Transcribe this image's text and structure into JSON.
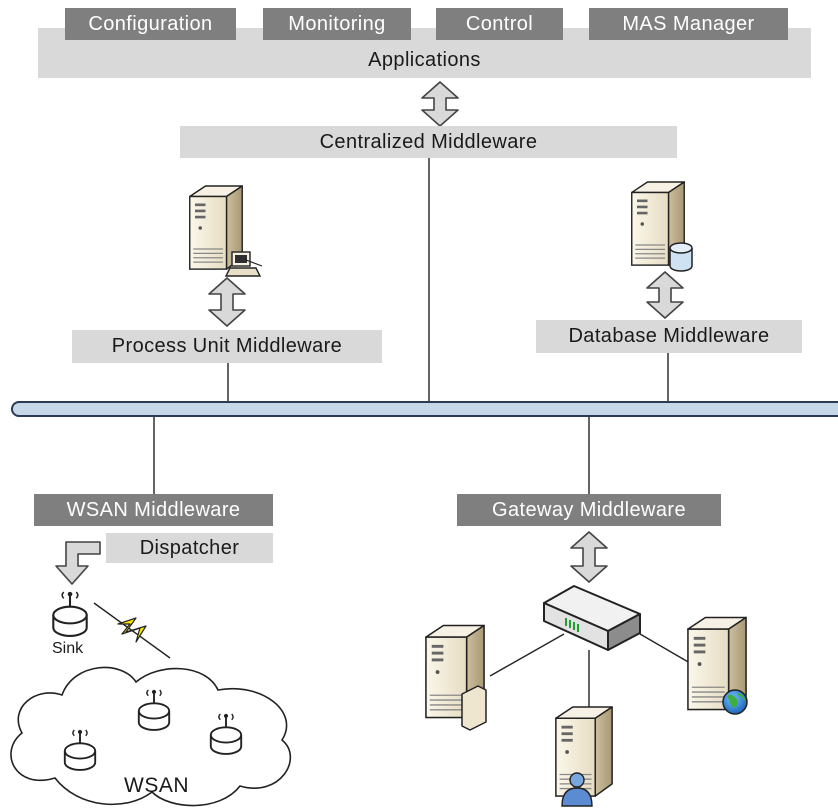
{
  "applications": {
    "title": "Applications",
    "items": [
      {
        "label": "Configuration"
      },
      {
        "label": "Monitoring"
      },
      {
        "label": "Control"
      },
      {
        "label": "MAS Manager"
      }
    ]
  },
  "middleware": {
    "centralized": "Centralized Middleware",
    "process_unit": "Process Unit Middleware",
    "database": "Database Middleware",
    "wsan": "WSAN Middleware",
    "gateway": "Gateway Middleware",
    "dispatcher": "Dispatcher"
  },
  "wsan": {
    "sink_label": "Sink",
    "network_label": "WSAN"
  },
  "icons": {
    "server": "server-icon",
    "terminal": "computer-terminal-icon",
    "database": "database-cylinder-icon",
    "router": "router-gateway-icon",
    "globe": "globe-icon",
    "user": "user-icon",
    "document": "document-icon",
    "sensor_node": "sensor-node-icon",
    "wireless_link": "lightning-wireless-icon",
    "cloud": "cloud-icon"
  },
  "colors": {
    "dark_box": "#7f7f7f",
    "light_box": "#d9d9d9",
    "bus_fill": "#c6d7e8",
    "bus_stroke": "#2b3a55",
    "arrow_fill": "#d9d9d9"
  }
}
